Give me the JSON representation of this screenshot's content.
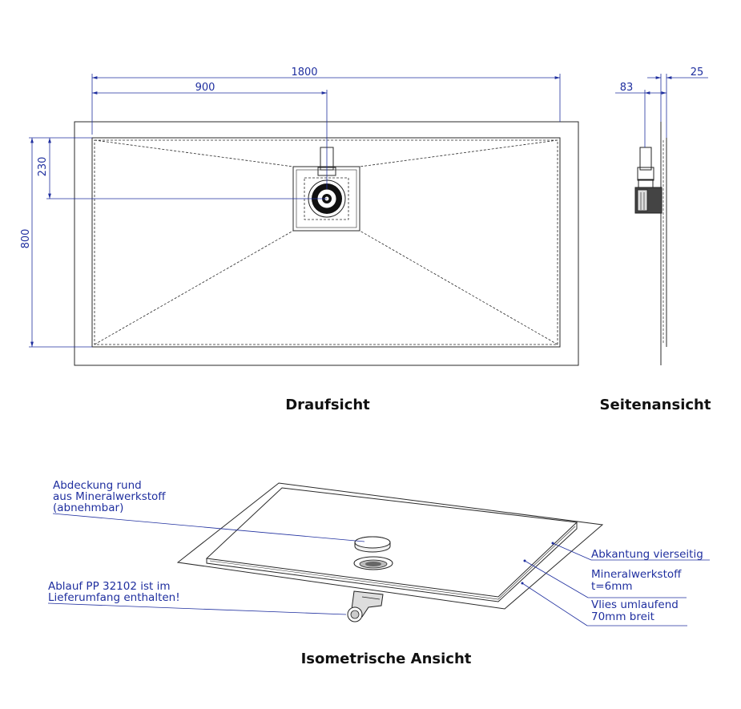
{
  "dimensions": {
    "total_length": "1800",
    "drain_offset_x": "900",
    "total_width": "800",
    "drain_offset_y": "230",
    "side_depth": "83",
    "side_thickness": "25"
  },
  "view_titles": {
    "top": "Draufsicht",
    "side": "Seitenansicht",
    "iso": "Isometrische Ansicht"
  },
  "annotations": {
    "cover": [
      "Abdeckung rund",
      "aus Mineralwerkstoff",
      "(abnehmbar)"
    ],
    "drain": [
      "Ablauf PP 32102 ist im",
      "Lieferumfang enthalten!"
    ],
    "edge": [
      "Abkantung vierseitig"
    ],
    "material": [
      "Mineralwerkstoff",
      "t=6mm"
    ],
    "fleece": [
      "Vlies umlaufend",
      "70mm breit"
    ]
  },
  "colors": {
    "dimension": "#1f2f9f",
    "outline": "#2a2a2a",
    "title": "#111111"
  }
}
